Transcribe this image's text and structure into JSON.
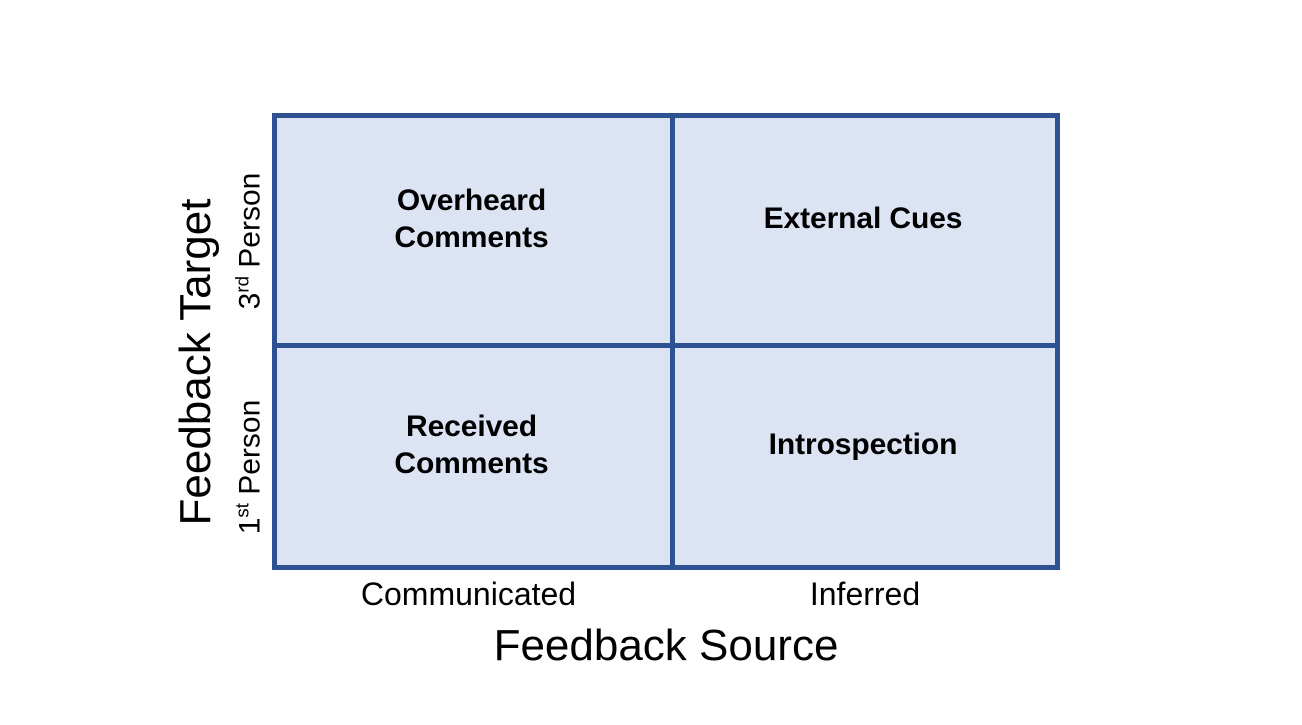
{
  "diagram": {
    "type": "2x2-matrix",
    "colors": {
      "cell_fill": "#DCE3F2",
      "border": "#2E5191",
      "text": "#000000",
      "background": "#FFFFFF"
    },
    "y_axis": {
      "title": "Feedback Target",
      "ticks": [
        {
          "number": "3",
          "ordinal": "rd",
          "word": " Person",
          "full": "3rd Person"
        },
        {
          "number": "1",
          "ordinal": "st",
          "word": " Person",
          "full": "1st Person"
        }
      ]
    },
    "x_axis": {
      "title": "Feedback Source",
      "ticks": [
        "Communicated",
        "Inferred"
      ]
    },
    "cells": [
      {
        "row": "3rd Person",
        "column": "Communicated",
        "label": "Overheard\nComments"
      },
      {
        "row": "3rd Person",
        "column": "Inferred",
        "label": "External Cues"
      },
      {
        "row": "1st Person",
        "column": "Communicated",
        "label": "Received\nComments"
      },
      {
        "row": "1st Person",
        "column": "Inferred",
        "label": "Introspection"
      }
    ]
  }
}
